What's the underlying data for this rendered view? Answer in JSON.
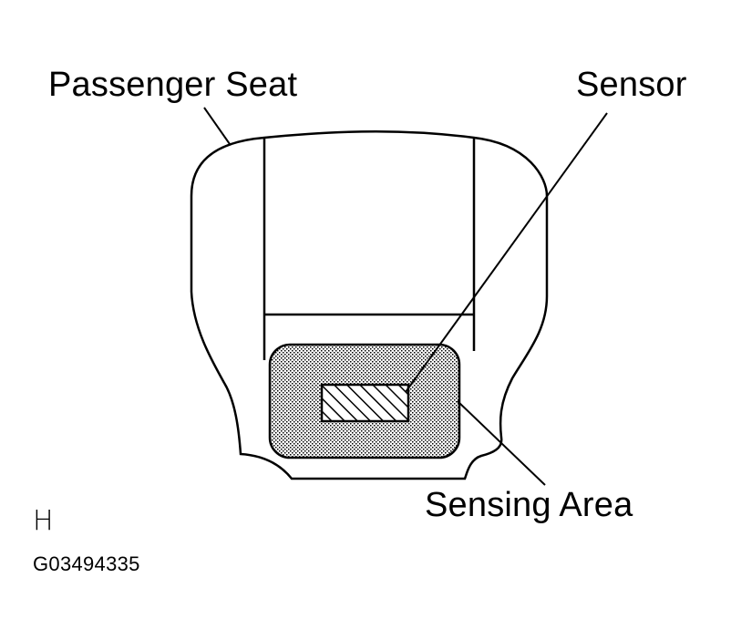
{
  "labels": {
    "passenger_seat": "Passenger Seat",
    "sensor": "Sensor",
    "sensing_area": "Sensing Area",
    "corner_mark": "H",
    "figure_code": "G03494335"
  },
  "colors": {
    "line": "#000000",
    "background": "#ffffff",
    "stipple": "#000000"
  }
}
